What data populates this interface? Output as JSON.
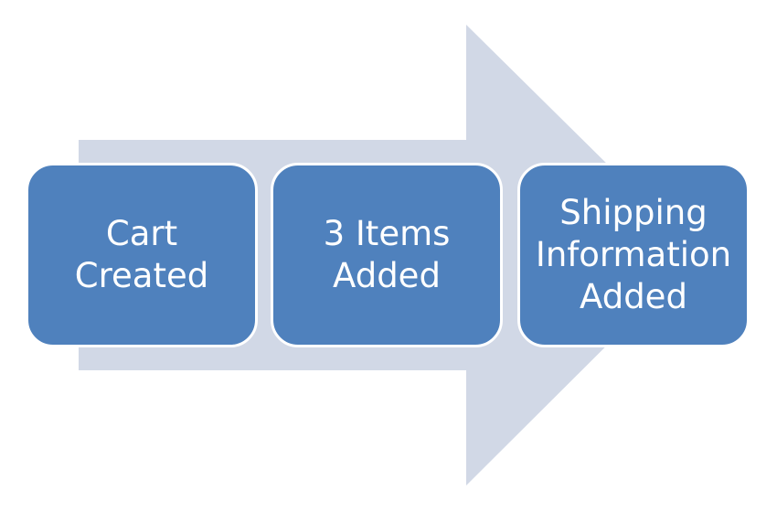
{
  "colors": {
    "arrow_fill": "#d1d8e6",
    "box_fill": "#4f81bd",
    "box_border": "#ffffff",
    "text": "#ffffff"
  },
  "steps": [
    {
      "label_line1": "Cart",
      "label_line2": "Created",
      "label_line3": ""
    },
    {
      "label_line1": "3 Items",
      "label_line2": "Added",
      "label_line3": ""
    },
    {
      "label_line1": "Shipping",
      "label_line2": "Information",
      "label_line3": "Added"
    }
  ]
}
